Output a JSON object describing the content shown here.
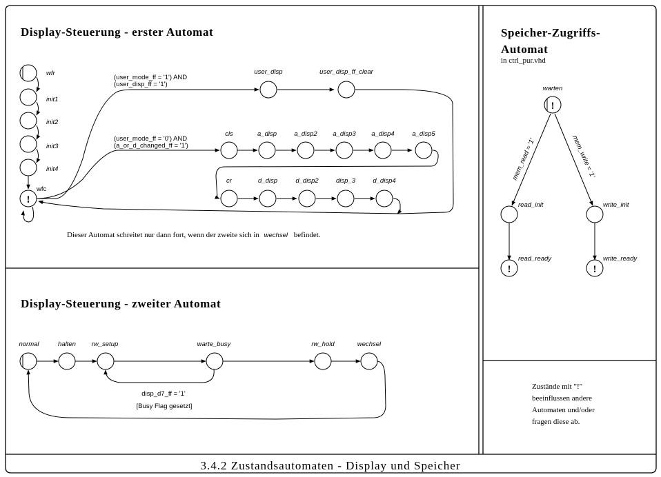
{
  "footer": {
    "title": "3.4.2 Zustandsautomaten - Display und Speicher"
  },
  "panel1": {
    "title": "Display-Steuerung - erster Automat",
    "states": {
      "wfr": "wfr",
      "init1": "init1",
      "init2": "init2",
      "init3": "init3",
      "init4": "init4",
      "wfc": "wfc",
      "user_disp": "user_disp",
      "user_disp_ff_clear": "user_disp_ff_clear",
      "cls": "cls",
      "a_disp": "a_disp",
      "a_disp2": "a_disp2",
      "a_disp3": "a_disp3",
      "a_disp4": "a_disp4",
      "a_disp5": "a_disp5",
      "cr": "cr",
      "d_disp": "d_disp",
      "d_disp2": "d_disp2",
      "disp_3": "disp_3",
      "d_disp4": "d_disp4"
    },
    "conditions": {
      "user_line1": "(user_mode_ff = '1') AND",
      "user_line2": "(user_disp_ff = '1')",
      "ad_line1": "(user_mode_ff = '0') AND",
      "ad_line2": "(a_or_d_changed_ff = '1')"
    },
    "note_before": "Dieser Automat schreitet nur dann fort, wenn der zweite sich in",
    "note_state": "wechsel",
    "note_after": "befindet."
  },
  "panel2": {
    "title": "Display-Steuerung - zweiter Automat",
    "states": {
      "normal": "normal",
      "halten": "halten",
      "rw_setup": "rw_setup",
      "warte_busy": "warte_busy",
      "rw_hold": "rw_hold",
      "wechsel": "wechsel"
    },
    "condition_line1": "disp_d7_ff = '1'",
    "condition_line2": "[Busy Flag gesetzt]"
  },
  "panel3": {
    "title_line1": "Speicher-Zugriffs-",
    "title_line2": "Automat",
    "subtitle": "in ctrl_pur.vhd",
    "states": {
      "warten": "warten",
      "read_init": "read_init",
      "write_init": "write_init",
      "read_ready": "read_ready",
      "write_ready": "write_ready"
    },
    "cond_read": "mem_read = '1'",
    "cond_write": "mem_write = '1'"
  },
  "legend": {
    "lines": [
      "Zustände mit \"!\"",
      "beeinflussen andere",
      "Automaten und/oder",
      "fragen diese ab."
    ]
  },
  "marker": {
    "symbol": "!"
  }
}
